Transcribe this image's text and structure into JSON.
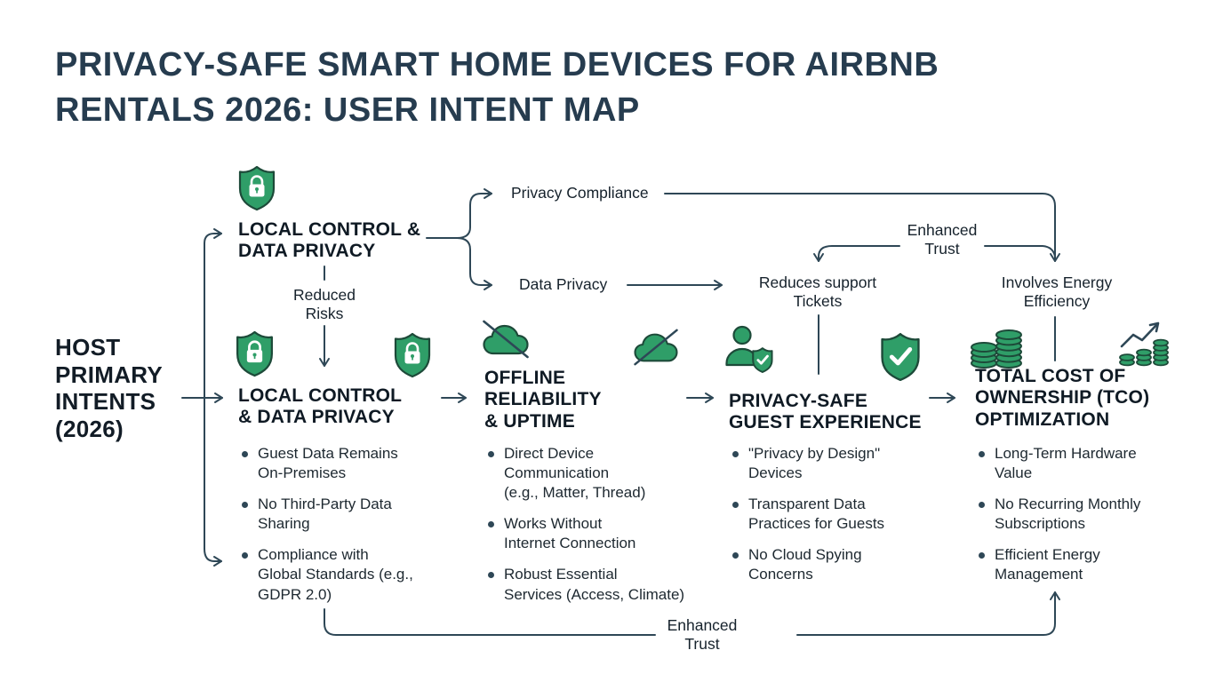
{
  "title": "PRIVACY-SAFE SMART HOME DEVICES FOR AIRBNB\nRENTALS 2026: USER INTENT MAP",
  "left_label": "HOST\nPRIMARY\nINTENTS\n(2026)",
  "top_node": {
    "icon": "shield-lock-icon",
    "heading": "LOCAL CONTROL &\nDATA PRIVACY"
  },
  "flow_labels": {
    "privacy_compliance": "Privacy Compliance",
    "data_privacy": "Data Privacy",
    "reduced_risks": "Reduced\nRisks",
    "enhanced_trust_top": "Enhanced\nTrust",
    "reduces_support_tickets": "Reduces support\nTickets",
    "involves_energy_efficiency": "Involves Energy\nEfficiency",
    "enhanced_trust_bottom": "Enhanced\nTrust"
  },
  "nodes": [
    {
      "heading": "LOCAL CONTROL\n& DATA PRIVACY",
      "icons": [
        "shield-lock-icon",
        "shield-lock-icon"
      ],
      "bullets": [
        "Guest Data Remains\nOn-Premises",
        "No Third-Party Data\nSharing",
        "Compliance with\nGlobal Standards (e.g.,\nGDPR 2.0)"
      ]
    },
    {
      "heading": "OFFLINE\nRELIABILITY\n& UPTIME",
      "icons": [
        "cloud-offline-icon",
        "cloud-offline-icon"
      ],
      "bullets": [
        "Direct Device\nCommunication\n(e.g., Matter, Thread)",
        "Works Without\nInternet Connection",
        "Robust Essential\nServices (Access, Climate)"
      ]
    },
    {
      "heading": "PRIVACY-SAFE\nGUEST EXPERIENCE",
      "icons": [
        "guest-shield-icon",
        "shield-check-icon"
      ],
      "bullets": [
        "\"Privacy by Design\"\nDevices",
        "Transparent Data\nPractices for Guests",
        "No Cloud Spying\nConcerns"
      ]
    },
    {
      "heading": "TOTAL COST OF\nOWNERSHIP (TCO)\nOPTIMIZATION",
      "icons": [
        "coin-stack-icon",
        "growth-chart-icon"
      ],
      "bullets": [
        "Long-Term Hardware\nValue",
        "No Recurring Monthly\nSubscriptions",
        "Efficient Energy\nManagement"
      ]
    }
  ],
  "colors": {
    "accent_green": "#2f9e68",
    "icon_outline": "#1d4a39",
    "line": "#2e4756",
    "title_text": "#263c4f",
    "body_text": "#1d2830"
  }
}
